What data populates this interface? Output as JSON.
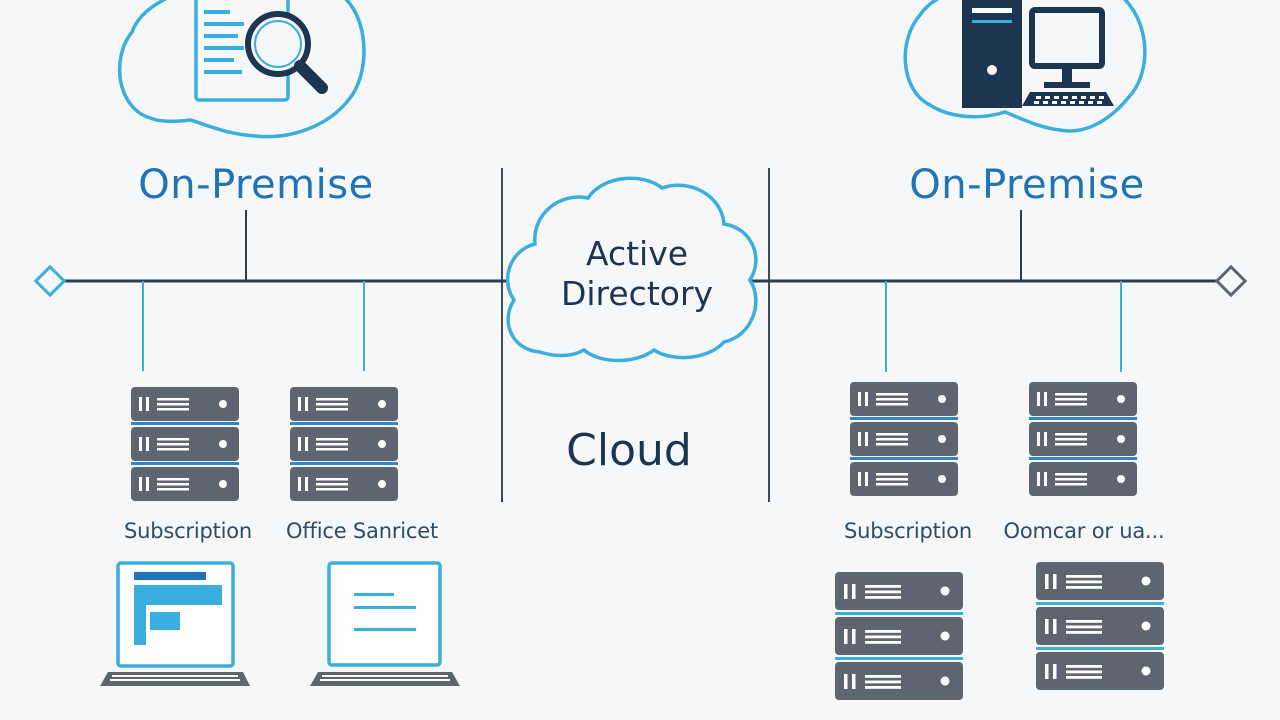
{
  "labels": {
    "left_title": "On-Premise",
    "right_title": "On-Premise",
    "center_cloud": "Active Directory",
    "cloud_word": "Cloud",
    "left_sub_1": "Subscription",
    "left_sub_2": "Office Sanricet",
    "right_sub_1": "Subscription",
    "right_sub_2": "Oomcar or ua..."
  },
  "icons": {
    "left_top": "document-search-icon",
    "right_top": "desktop-computer-icon",
    "center": "cloud-icon",
    "servers": "server-rack-icon",
    "laptops": "laptop-icon"
  },
  "colors": {
    "accent_blue": "#1f74b8",
    "light_blue": "#3aaede",
    "dark_navy": "#1c3550",
    "server_gray": "#5d6670",
    "server_stripe": "#2f86c9",
    "line_dark": "#3c4a57"
  }
}
